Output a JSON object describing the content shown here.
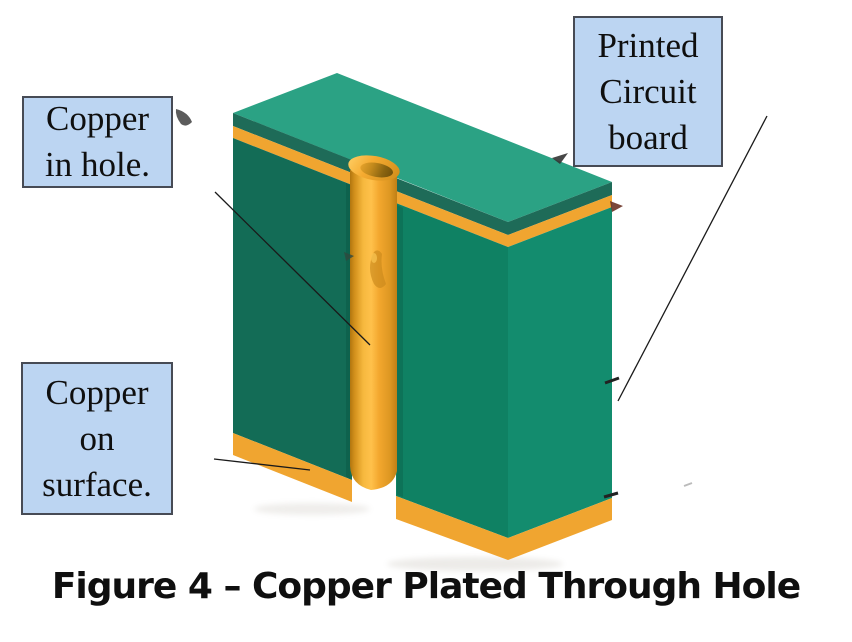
{
  "labels": {
    "copper_in_hole": {
      "lines": [
        "Copper",
        "in hole."
      ]
    },
    "printed_circuit_board": {
      "lines": [
        "Printed",
        "Circuit",
        "board"
      ]
    },
    "copper_on_surface": {
      "lines": [
        "Copper",
        "on",
        "surface."
      ]
    }
  },
  "caption": "Figure 4 – Copper Plated Through Hole",
  "colors": {
    "background": "#ffffff",
    "label_fill": "#bcd5f2",
    "label_border": "#474b55",
    "text": "#0f0f0f",
    "board_top": "#2ba284",
    "board_edge_dark": "#1e6b58",
    "board_front_left": "#136c56",
    "board_front_right": "#0f8163",
    "board_side_right": "#138c6e",
    "copper": "#f0a530",
    "copper_deep": "#c07f15",
    "copper_light": "#ffc24e",
    "leader_line": "#1a1a1a"
  }
}
